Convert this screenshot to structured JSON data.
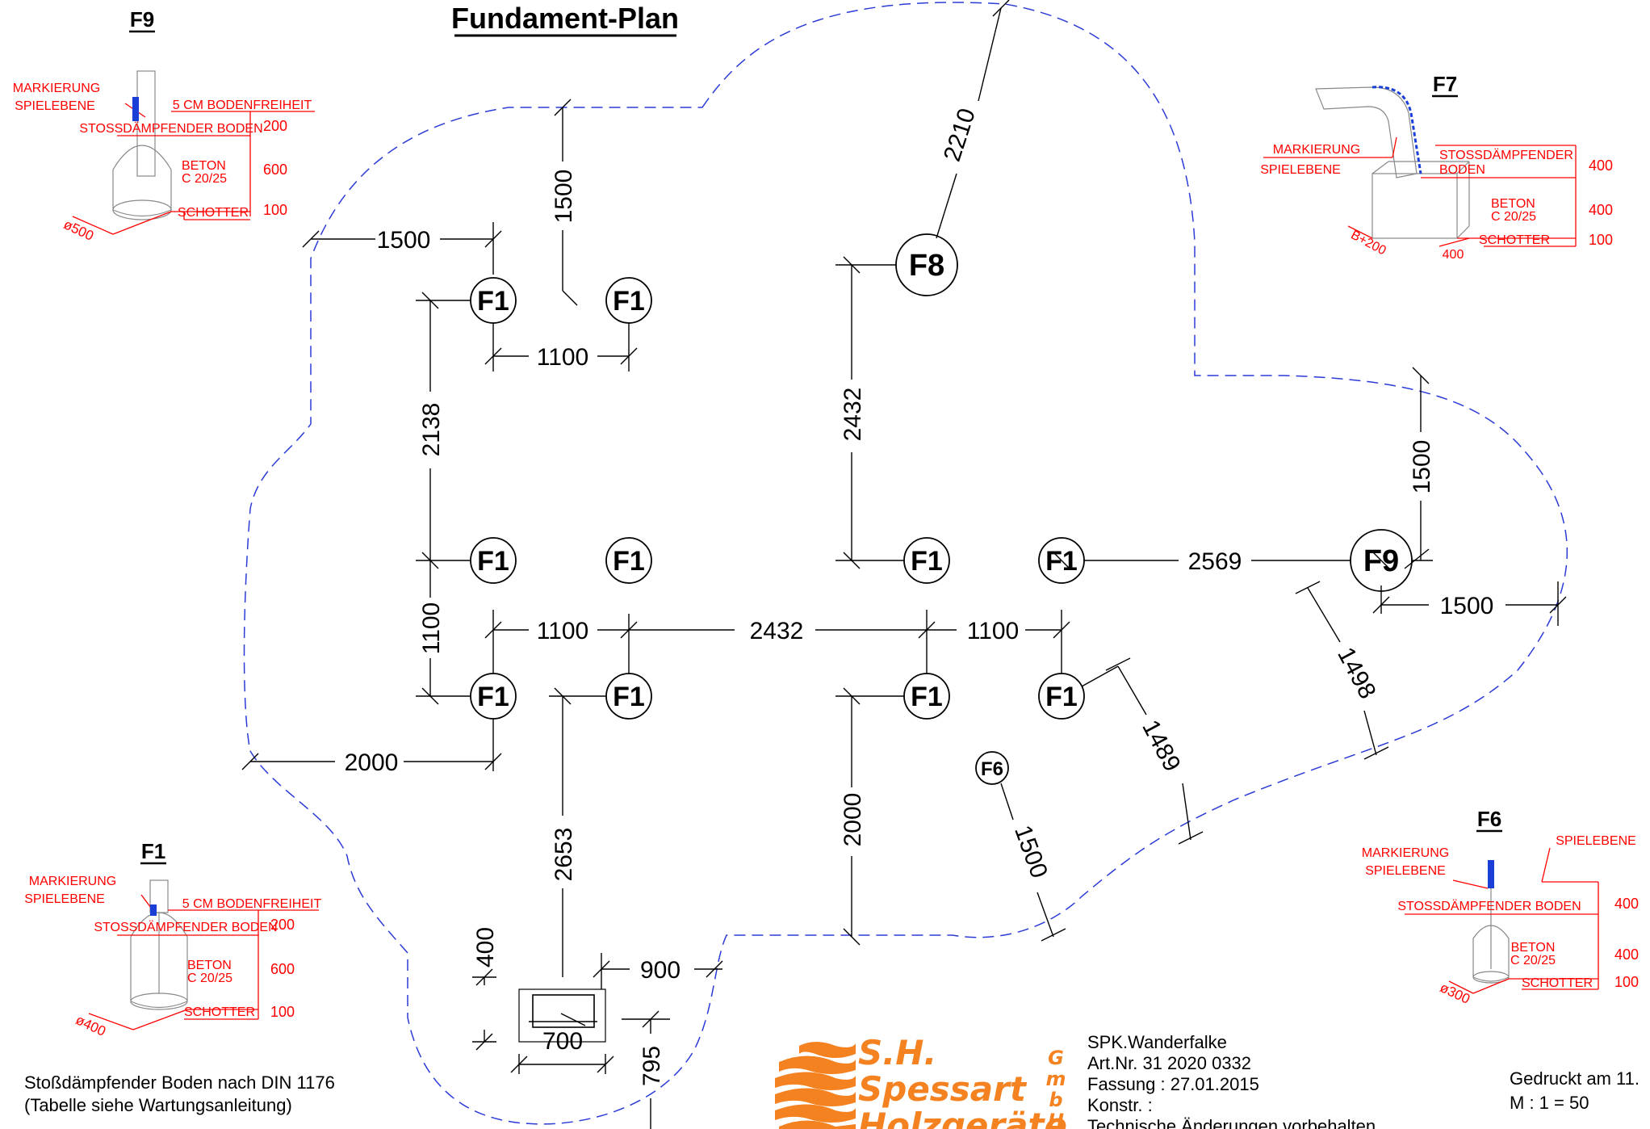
{
  "title": "Fundament-Plan",
  "foundations": {
    "f1": "F1",
    "f6": "F6",
    "f8": "F8",
    "f9": "F9"
  },
  "dimensions": {
    "d1500_top_left": "1500",
    "d1500_top_vertical": "1500",
    "d2210": "2210",
    "d1100_top": "1100",
    "d2138": "2138",
    "d2432_vertical": "2432",
    "d1500_right_vertical": "1500",
    "d2569": "2569",
    "d1500_right_horizontal": "1500",
    "d1100_left_vertical": "1100",
    "d1100_mid_a": "1100",
    "d2432_horizontal": "2432",
    "d1100_mid_b": "1100",
    "d1498": "1498",
    "d2000_left": "2000",
    "d1489": "1489",
    "d2653": "2653",
    "d2000_vertical": "2000",
    "d1500_f6": "1500",
    "d400_small": "400",
    "d900": "900",
    "d700": "700",
    "d795": "795"
  },
  "details": {
    "f9": {
      "label": "F9",
      "markierung": "MARKIERUNG",
      "spielebene": "SPIELEBENE",
      "bodenfreiheit": "5 CM BODENFREIHEIT",
      "boden": "STOSSDÄMPFENDER BODEN",
      "beton": "BETON",
      "beton_class": "C 20/25",
      "schotter": "SCHOTTER",
      "val_boden": "200",
      "val_beton": "600",
      "val_schotter": "100",
      "diameter": "ø500"
    },
    "f1": {
      "label": "F1",
      "markierung": "MARKIERUNG",
      "spielebene": "SPIELEBENE",
      "bodenfreiheit": "5 CM BODENFREIHEIT",
      "boden": "STOSSDÄMPFENDER BODEN",
      "beton": "BETON",
      "beton_class": "C 20/25",
      "schotter": "SCHOTTER",
      "val_boden": "200",
      "val_beton": "600",
      "val_schotter": "100",
      "diameter": "ø400"
    },
    "f7": {
      "label": "F7",
      "markierung": "MARKIERUNG",
      "spielebene": "SPIELEBENE",
      "boden_a": "STOSSDÄMPFENDER",
      "boden_b": "BODEN",
      "beton": "BETON",
      "beton_class": "C 20/25",
      "schotter": "SCHOTTER",
      "val_boden": "400",
      "val_beton": "400",
      "val_schotter": "100",
      "width": "B+200",
      "depth": "400"
    },
    "f6": {
      "label": "F6",
      "spielebene_top": "SPIELEBENE",
      "markierung": "MARKIERUNG",
      "spielebene": "SPIELEBENE",
      "boden": "STOSSDÄMPFENDER BODEN",
      "beton": "BETON",
      "beton_class": "C 20/25",
      "schotter": "SCHOTTER",
      "val_boden": "400",
      "val_beton": "400",
      "val_schotter": "100",
      "diameter": "ø300"
    }
  },
  "notes": {
    "line1": "Stoßdämpfender Boden nach DIN 1176",
    "line2": "(Tabelle siehe Wartungsanleitung)"
  },
  "logo": {
    "line1": "S.H.",
    "line2": "Spessart",
    "line3": "Holzgeräte",
    "gmbh": [
      "G",
      "m",
      "b",
      "H"
    ]
  },
  "title_block": {
    "product": "SPK.Wanderfalke",
    "article": "Art.Nr. 31 2020 0332",
    "version": "Fassung : 27.01.2015",
    "konstr": "Konstr. :",
    "changes": "Technische Änderungen vorbehalten",
    "printed": "Gedruckt am  11.",
    "scale": "M : 1 = 50"
  },
  "colors": {
    "outline": "#2b3bd6",
    "annotation": "#ff0000",
    "logo": "#f58220",
    "line": "#000000"
  }
}
